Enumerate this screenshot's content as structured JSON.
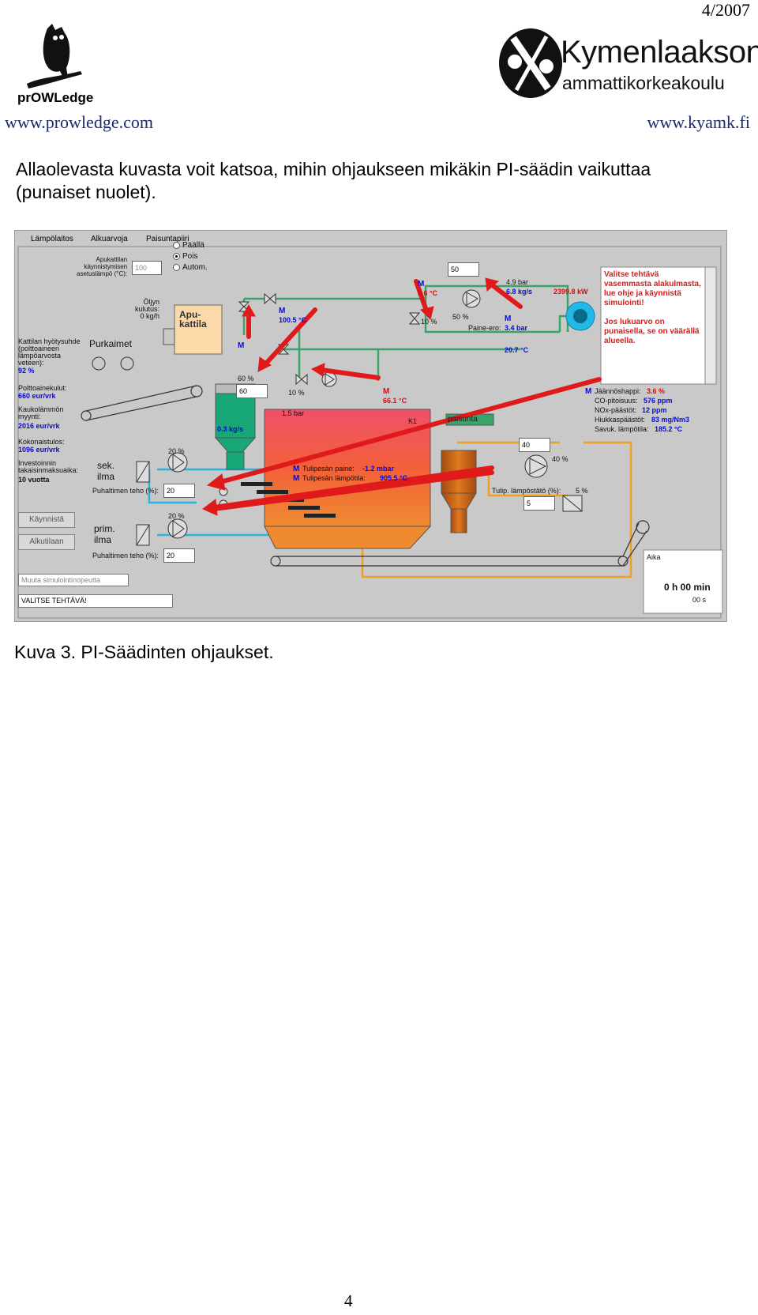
{
  "header": {
    "date": "4/2007",
    "left_logo_text": "prOWLedge",
    "left_url": "www.prowledge.com",
    "right_logo_line1": "Kymenlaakson",
    "right_logo_line2": "ammattikorkeakoulu",
    "right_url": "www.kyamk.fi"
  },
  "intro_text": "Allaolevasta kuvasta voit katsoa, mihin ohjaukseen mikäkin PI-säädin vaikuttaa (punaiset nuolet).",
  "caption": "Kuva 3. PI-Säädinten ohjaukset.",
  "page_number": "4",
  "sim": {
    "tabs": [
      "Lämpölaitos",
      "Alkuarvoja",
      "Paisuntapiiri"
    ],
    "radio": [
      "Päällä",
      "Pois",
      "Autom."
    ],
    "apukattila_label": "Apukattilan\nkäynnistymisen\nasetuslämpö (°C):",
    "apukattila_value": "100",
    "oljyn_kulutus": "Öljyn\nkulutus:\n0 kg/h",
    "apukattila_box": "Apu-\nkattila",
    "purkaimet": "Purkaimet",
    "hyotysuhde_label": "Kattilan hyötysuhde\n(polttoaineen\nlämpöarvosta\nveteen):",
    "hyotysuhde_value": "92 %",
    "polttoainekulut_label": "Polttoainekulut:",
    "polttoainekulut_value": "660 eur/vrk",
    "kaukolampo_label": "Kaukolämmön\nmyynti:",
    "kaukolampo_value": "2016 eur/vrk",
    "kokonaistulos_label": "Kokonaistulos:",
    "kokonaistulos_value": "1096 eur/vrk",
    "investointi_label": "Investoinnin\ntakaisinmaksuaika:",
    "investointi_value": "10 vuotta",
    "sek_ilma": "sek.\nilma",
    "prim_ilma": "prim.\nilma",
    "puhallin_label_1": "Puhaltimen teho (%):",
    "puhallin_value_1": "20",
    "puhallin_label_2": "Puhaltimen teho (%):",
    "puhallin_value_2": "20",
    "fan_pct_1": "20 %",
    "fan_pct_2": "20 %",
    "btn_kaynnista": "Käynnistä",
    "btn_alkutilaan": "Alkutilaan",
    "sel_speed": "Muuta simulointinopeutta",
    "sel_task": "VALITSE TEHTÄVÄ!",
    "feeder_pct": "60 %",
    "feeder_value": "60",
    "fuel_flow": "0.3 kg/s",
    "m_top_temp": "100.5 °C",
    "m_label": "M",
    "valve_pct_1": "10 %",
    "pressure_1_5": "1.5 bar",
    "m_mid_temp": "66.1 °C",
    "paisunta": "paisunta",
    "k1": "K1",
    "pump_setpoint": "50",
    "pump_pct": "50 %",
    "valve_pct_2": "10 %",
    "m_pump_temp": "5.6 °C",
    "pressure_4_9": "4.9 bar",
    "flow_6_8": "6.8 kg/s",
    "power": "2399.8 kW",
    "paine_ero_label": "Paine-ero:",
    "paine_ero_value": "3.4 bar",
    "return_temp": "20.7 °C",
    "tulipesan_paine_label": "Tulipesän paine:",
    "tulipesan_paine_value": "-1.2 mbar",
    "tulipesan_lampo_label": "Tulipesän lämpötila:",
    "tulipesan_lampo_value": "905.5 °C",
    "jaannoshappi_label": "Jäännöshappi:",
    "jaannoshappi_value": "3.6 %",
    "co_label": "CO-pitoisuus:",
    "co_value": "576 ppm",
    "nox_label": "NOx-päästöt:",
    "nox_value": "12 ppm",
    "hiukkas_label": "Hiukkaspäästöt:",
    "hiukkas_value": "83 mg/Nm3",
    "savukaasu_label": "Savuk. lämpötila:",
    "savukaasu_value": "185.2 °C",
    "flue_setpoint": "40",
    "flue_pct": "40 %",
    "tulip_label": "Tulip. lämpöstätö (%):",
    "tulip_pct": "5 %",
    "tulip_value": "5",
    "instructions": "Valitse tehtävä vasemmasta alakulmasta, lue ohje ja käynnistä simulointi!\n\nJos lukuarvo on punaisella, se on väärällä alueella.",
    "aika_label": "Aika",
    "aika_value": "0 h 00 min",
    "aika_sec": "00 s"
  },
  "colors": {
    "sim_bg": "#c9c9c9",
    "pipe_green": "#3aa36a",
    "pipe_cyan": "#2bb3e0",
    "pipe_orange": "#f0a020",
    "arrow_red": "#e01a1a",
    "boiler": "#f05a3a",
    "url_blue": "#1a2a6c"
  }
}
